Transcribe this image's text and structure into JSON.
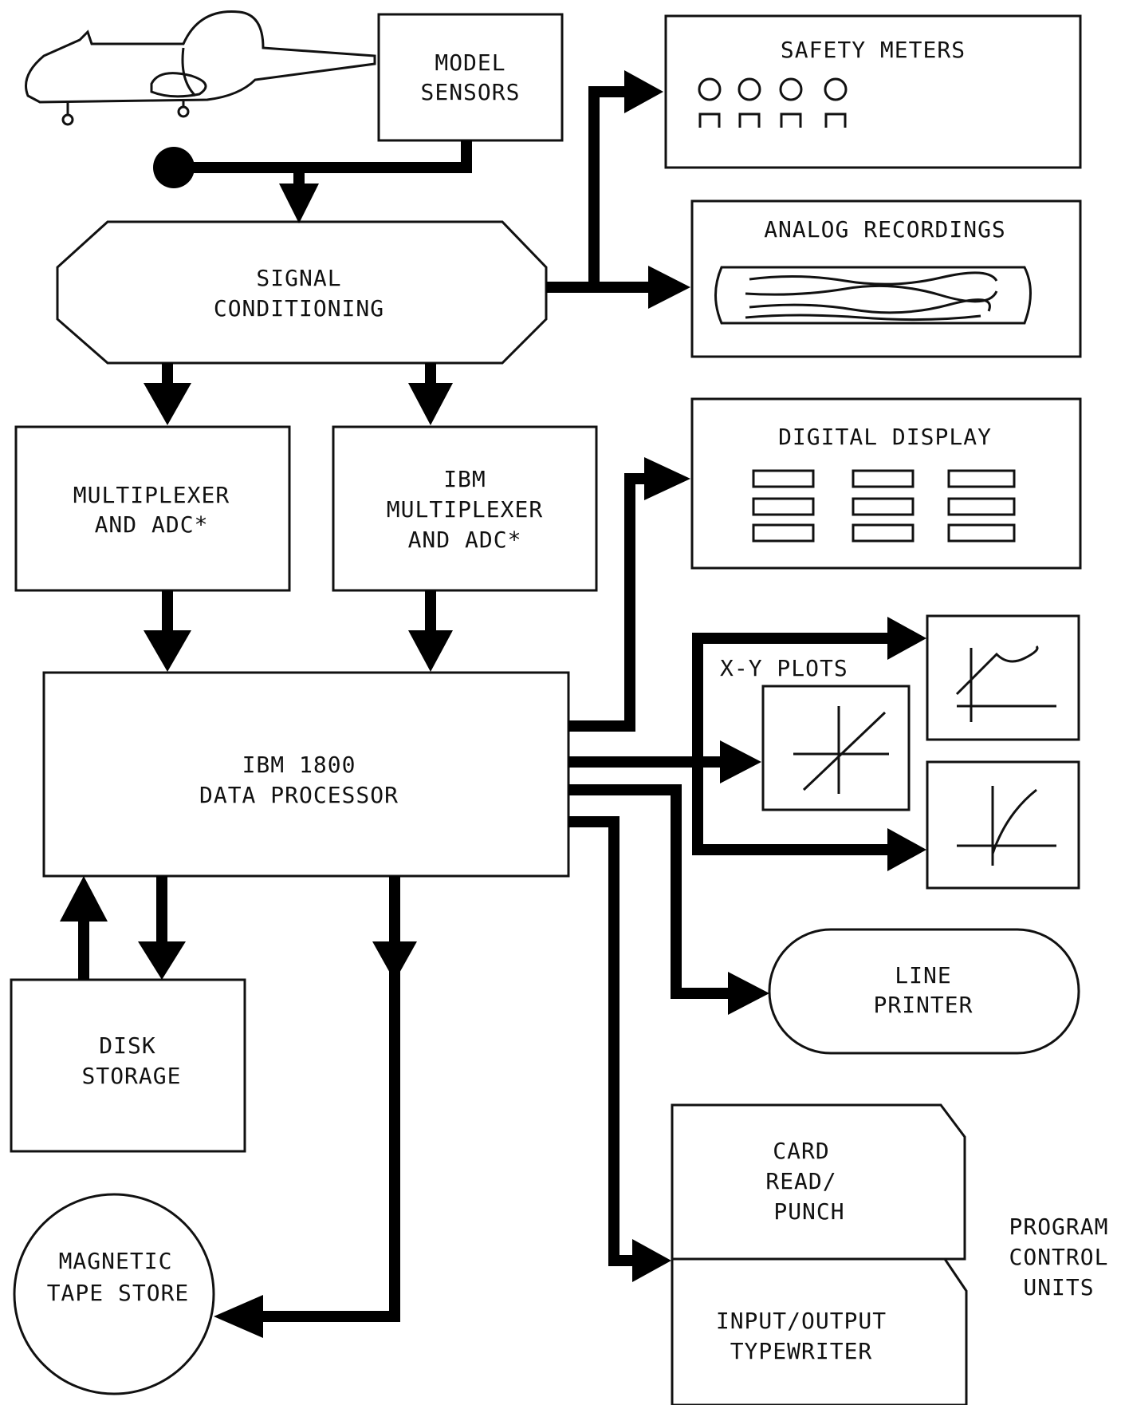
{
  "labels": {
    "model_sensors": [
      "MODEL",
      "SENSORS"
    ],
    "safety_meters": "SAFETY METERS",
    "signal_conditioning": [
      "SIGNAL",
      "CONDITIONING"
    ],
    "analog_recordings": "ANALOG RECORDINGS",
    "multiplexer_adc": [
      "MULTIPLEXER",
      "AND ADC*"
    ],
    "ibm_multiplexer_adc": [
      "IBM",
      "MULTIPLEXER",
      "AND ADC*"
    ],
    "digital_display": "DIGITAL DISPLAY",
    "xy_plots": "X-Y PLOTS",
    "data_processor": [
      "IBM 1800",
      "DATA PROCESSOR"
    ],
    "line_printer": [
      "LINE",
      "PRINTER"
    ],
    "disk_storage": [
      "DISK",
      "STORAGE"
    ],
    "card_read_punch": [
      "CARD",
      "READ/",
      "PUNCH"
    ],
    "program_control_units": [
      "PROGRAM",
      "CONTROL",
      "UNITS"
    ],
    "magnetic_tape_store": [
      "MAGNETIC",
      "TAPE STORE"
    ],
    "io_typewriter": [
      "INPUT/OUTPUT",
      "TYPEWRITER"
    ]
  },
  "colors": {
    "ink": "#111111",
    "background": "#ffffff"
  }
}
